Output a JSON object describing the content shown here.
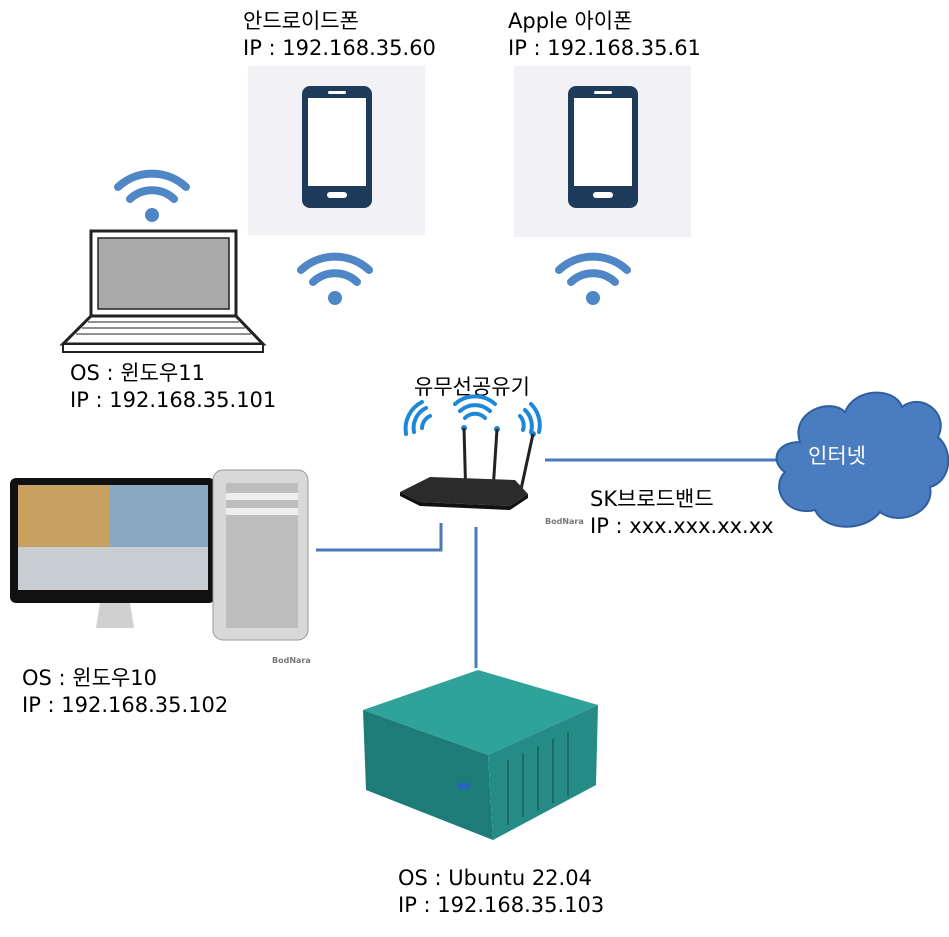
{
  "android": {
    "name": "안드로이드폰",
    "ip": "IP : 192.168.35.60"
  },
  "iphone": {
    "name": "Apple 아이폰",
    "ip": "IP : 192.168.35.61"
  },
  "laptop": {
    "os": "OS : 윈도우11",
    "ip": "IP : 192.168.35.101"
  },
  "router": {
    "name": "유무선공유기",
    "watermark": "BodNara"
  },
  "isp": {
    "name": "SK브로드밴드",
    "ip": "IP : xxx.xxx.xx.xx"
  },
  "internet": {
    "label": "인터넷"
  },
  "desktop": {
    "os": "OS : 윈도우10",
    "ip": "IP : 192.168.35.102",
    "watermark": "BodNara"
  },
  "minipc": {
    "os": "OS : Ubuntu 22.04",
    "ip": "IP : 192.168.35.103"
  },
  "colors": {
    "line": "#4a78b8",
    "wifi": "#4f86c6",
    "phone": "#1f3b5c",
    "cloud": "#4a7cc0"
  }
}
